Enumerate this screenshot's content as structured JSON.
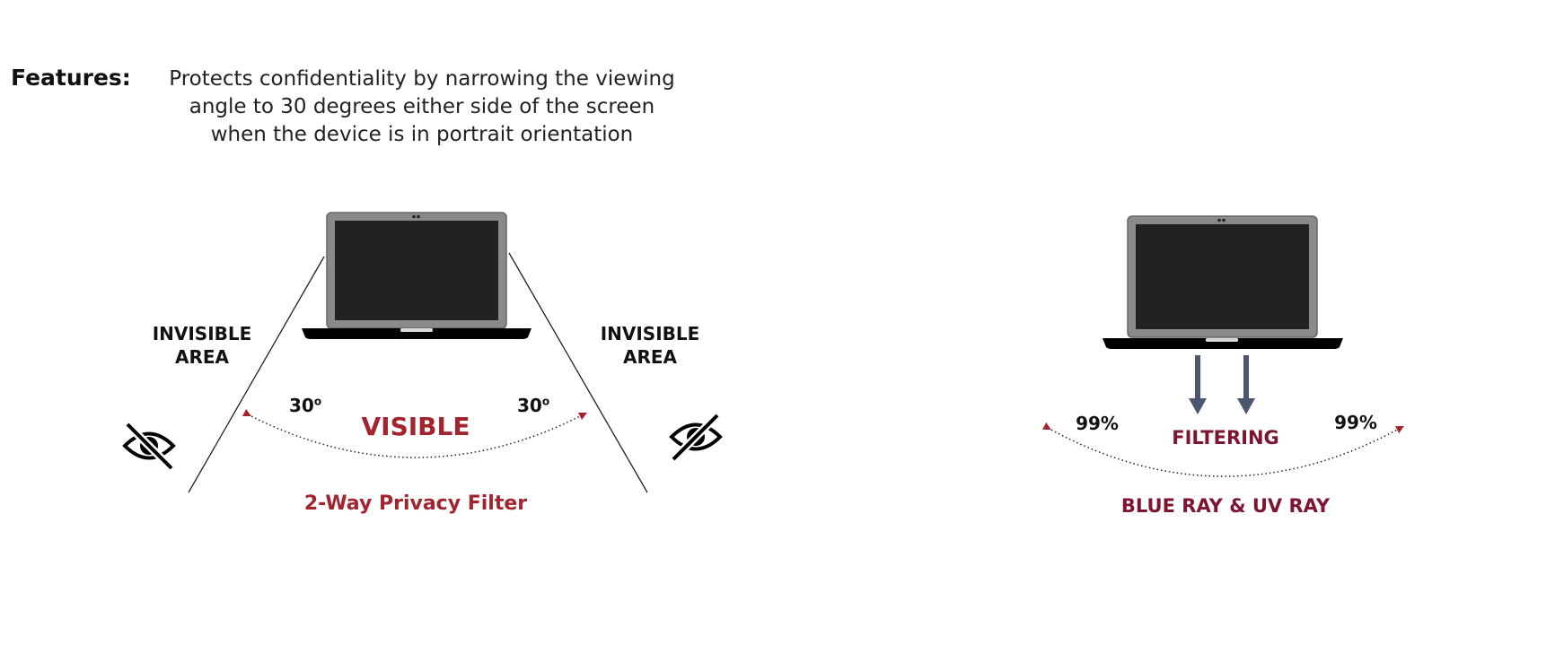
{
  "header": {
    "features_label": "Features:",
    "description_lines": [
      "Protects confidentiality by narrowing the viewing",
      "angle to 30 degrees either side of the screen",
      "when the device is in portrait orientation"
    ]
  },
  "privacy_panel": {
    "left_area": [
      "INVISIBLE",
      "AREA"
    ],
    "right_area": [
      "INVISIBLE",
      "AREA"
    ],
    "angle_left": "30",
    "angle_right": "30",
    "angle_unit": "o",
    "visible_label": "VISIBLE",
    "caption": "2-Way Privacy Filter"
  },
  "filter_panel": {
    "percent_left": "99%",
    "percent_right": "99%",
    "filtering_label": "FILTERING",
    "caption": "BLUE RAY & UV RAY"
  },
  "colors": {
    "accent_red": "#a3242f",
    "dark_red": "#7e1530",
    "arrow_slate": "#4a5670",
    "screen": "#222222",
    "bezel": "#8a8a8a"
  },
  "icons": [
    "eye-slash-icon",
    "eye-slash-icon",
    "laptop-icon",
    "laptop-icon",
    "arrow-down-icon",
    "arrow-down-icon"
  ]
}
